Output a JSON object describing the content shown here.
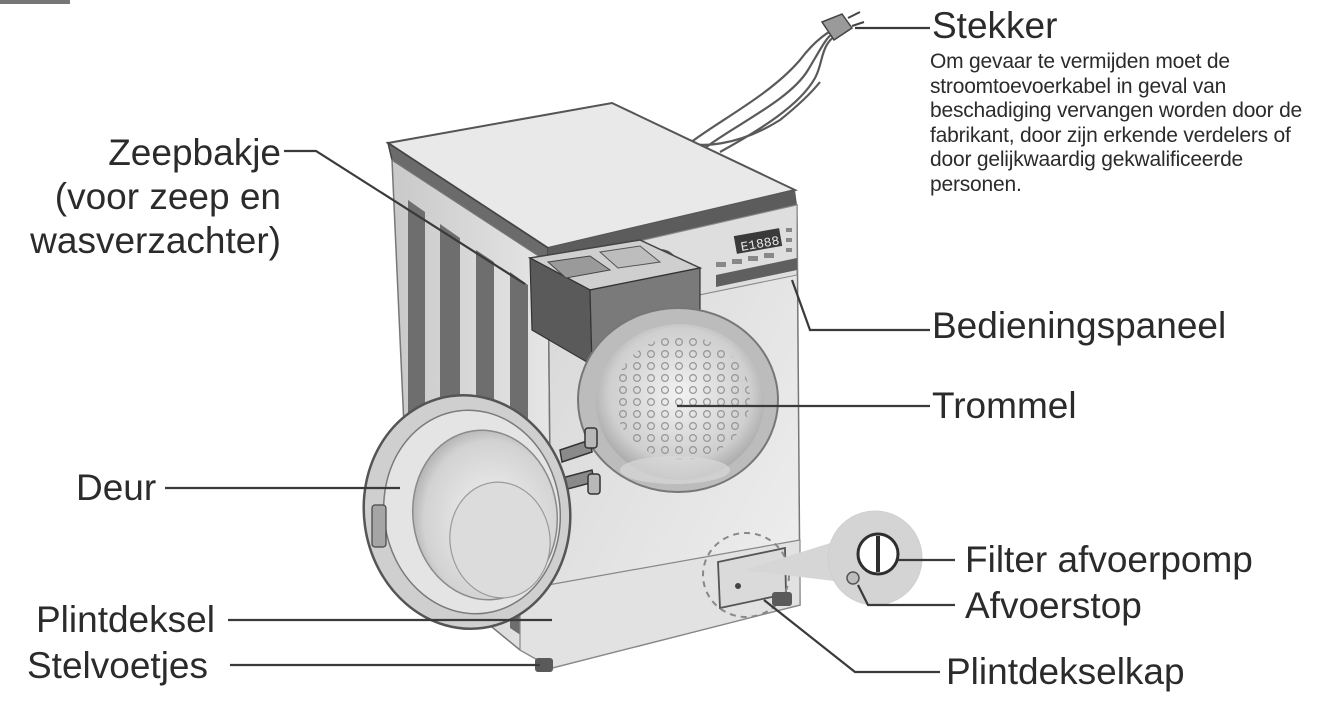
{
  "labels": {
    "stekker": "Stekker",
    "stekker_note": "Om gevaar te vermijden moet de stroomtoevoerkabel in geval van beschadiging vervangen worden door de fabrikant, door zijn erkende verdelers of door gelijkwaardig gekwalificeerde personen.",
    "zeepbakje_1": "Zeepbakje",
    "zeepbakje_2": "(voor zeep en",
    "zeepbakje_3": "wasverzachter)",
    "bedieningspaneel": "Bedieningspaneel",
    "trommel": "Trommel",
    "deur": "Deur",
    "filter_afvoerpomp": "Filter afvoerpomp",
    "afvoerstop": "Afvoerstop",
    "plintdeksel": "Plintdeksel",
    "stelvoetjes": "Stelvoetjes",
    "plintdekselkap": "Plintdekselkap"
  },
  "display": {
    "readout": "E1888"
  },
  "colors": {
    "ink": "#2b2b2b",
    "body_light": "#d9d9d9",
    "body_mid": "#b5b5b5",
    "body_dark": "#6e6e6e",
    "panel_dark": "#4a4a4a"
  }
}
